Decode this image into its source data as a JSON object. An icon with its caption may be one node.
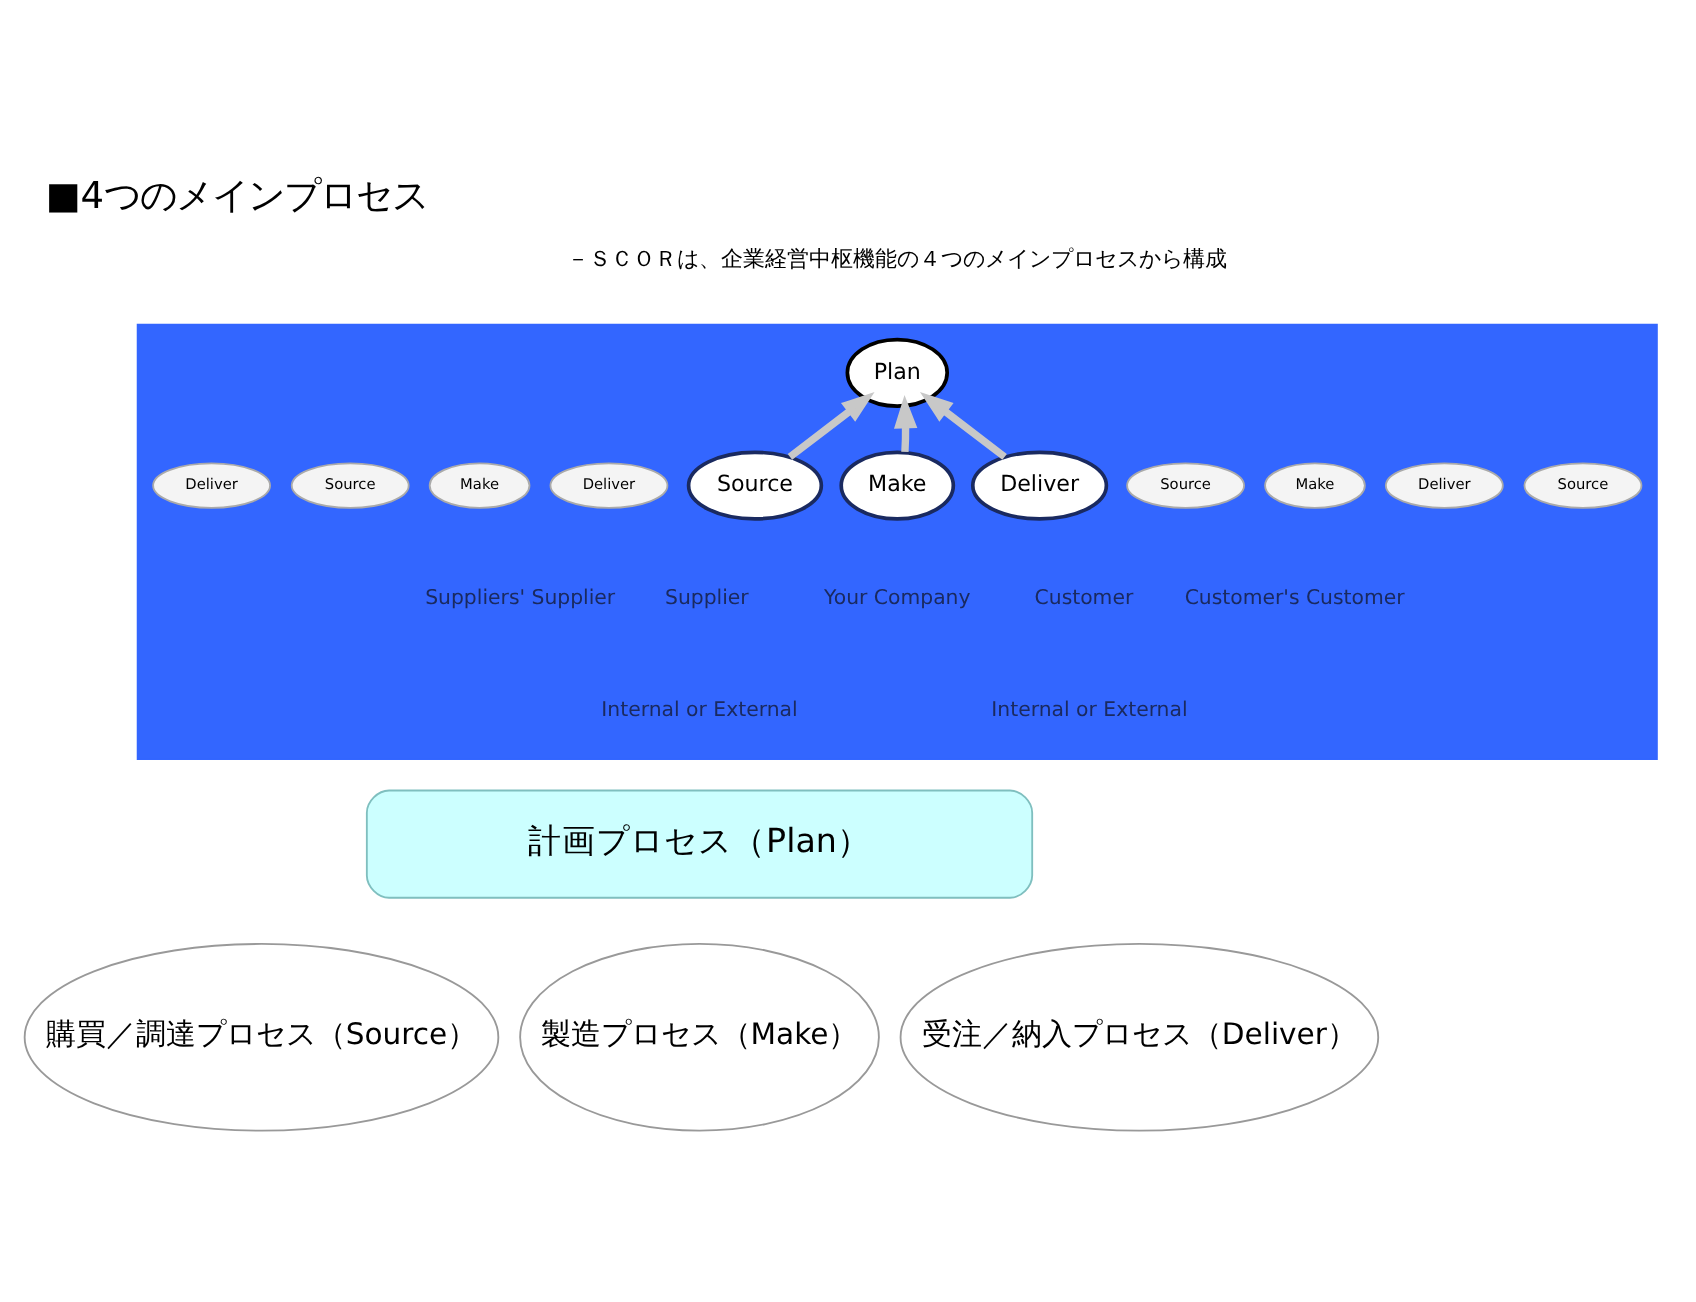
{
  "diagram": {
    "title": "■4つのメインプロセス",
    "nodes": [
      {
        "text": [],
        "shape": "box"
      },
      {
        "text": [
          "Plan"
        ],
        "in": 0
      },
      {
        "text": [
          "Deliver"
        ],
        "in": 0
      },
      {
        "text": [
          "Source"
        ],
        "in": 0
      },
      {
        "text": [
          "Make"
        ],
        "in": 0
      },
      {
        "text": [
          "Deliver"
        ],
        "in": 0
      },
      {
        "text": [
          "Source"
        ],
        "in": 0
      },
      {
        "text": [
          "Make"
        ],
        "in": 0
      },
      {
        "text": [
          "Deliver"
        ],
        "in": 0
      },
      {
        "text": [
          "Source"
        ],
        "in": 0
      },
      {
        "text": [
          "Make"
        ],
        "in": 0
      },
      {
        "text": [
          "Deliver"
        ],
        "in": 0
      },
      {
        "text": [
          "Source"
        ],
        "in": 0
      },
      {
        "text": [
          "計画プロセス（Plan）"
        ]
      },
      {
        "text": [
          "購買／調達プロセス（Source）"
        ]
      },
      {
        "text": [
          "製造プロセス（Make）"
        ]
      },
      {
        "text": [
          "受注／納入プロセス（Deliver）"
        ]
      }
    ],
    "edges": [
      {
        "from": 6,
        "to": 1,
        "arrow": "to"
      },
      {
        "from": 7,
        "to": 1,
        "arrow": "to"
      },
      {
        "from": 8,
        "to": 1,
        "arrow": "to"
      }
    ],
    "labels": [
      "－ＳＣＯＲは、企業経営中枢機能の４つのメインプロセスから構成",
      "Suppliers' Supplier",
      "Supplier",
      "Your Company",
      "Customer",
      "Customer's Customer",
      "Internal or External",
      "Internal or External"
    ]
  }
}
